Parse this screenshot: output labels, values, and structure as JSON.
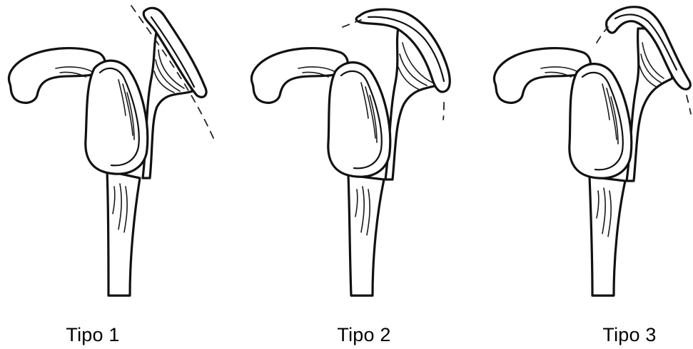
{
  "labels": {
    "type1": "Tipo 1",
    "type2": "Tipo 2",
    "type3": "Tipo 3"
  },
  "panels": [
    {
      "id": "type1",
      "acromion_shape": "flat",
      "label_key": "type1"
    },
    {
      "id": "type2",
      "acromion_shape": "curved",
      "label_key": "type2"
    },
    {
      "id": "type3",
      "acromion_shape": "hooked",
      "label_key": "type3"
    }
  ],
  "colors": {
    "line": "#111111",
    "background": "#ffffff"
  }
}
